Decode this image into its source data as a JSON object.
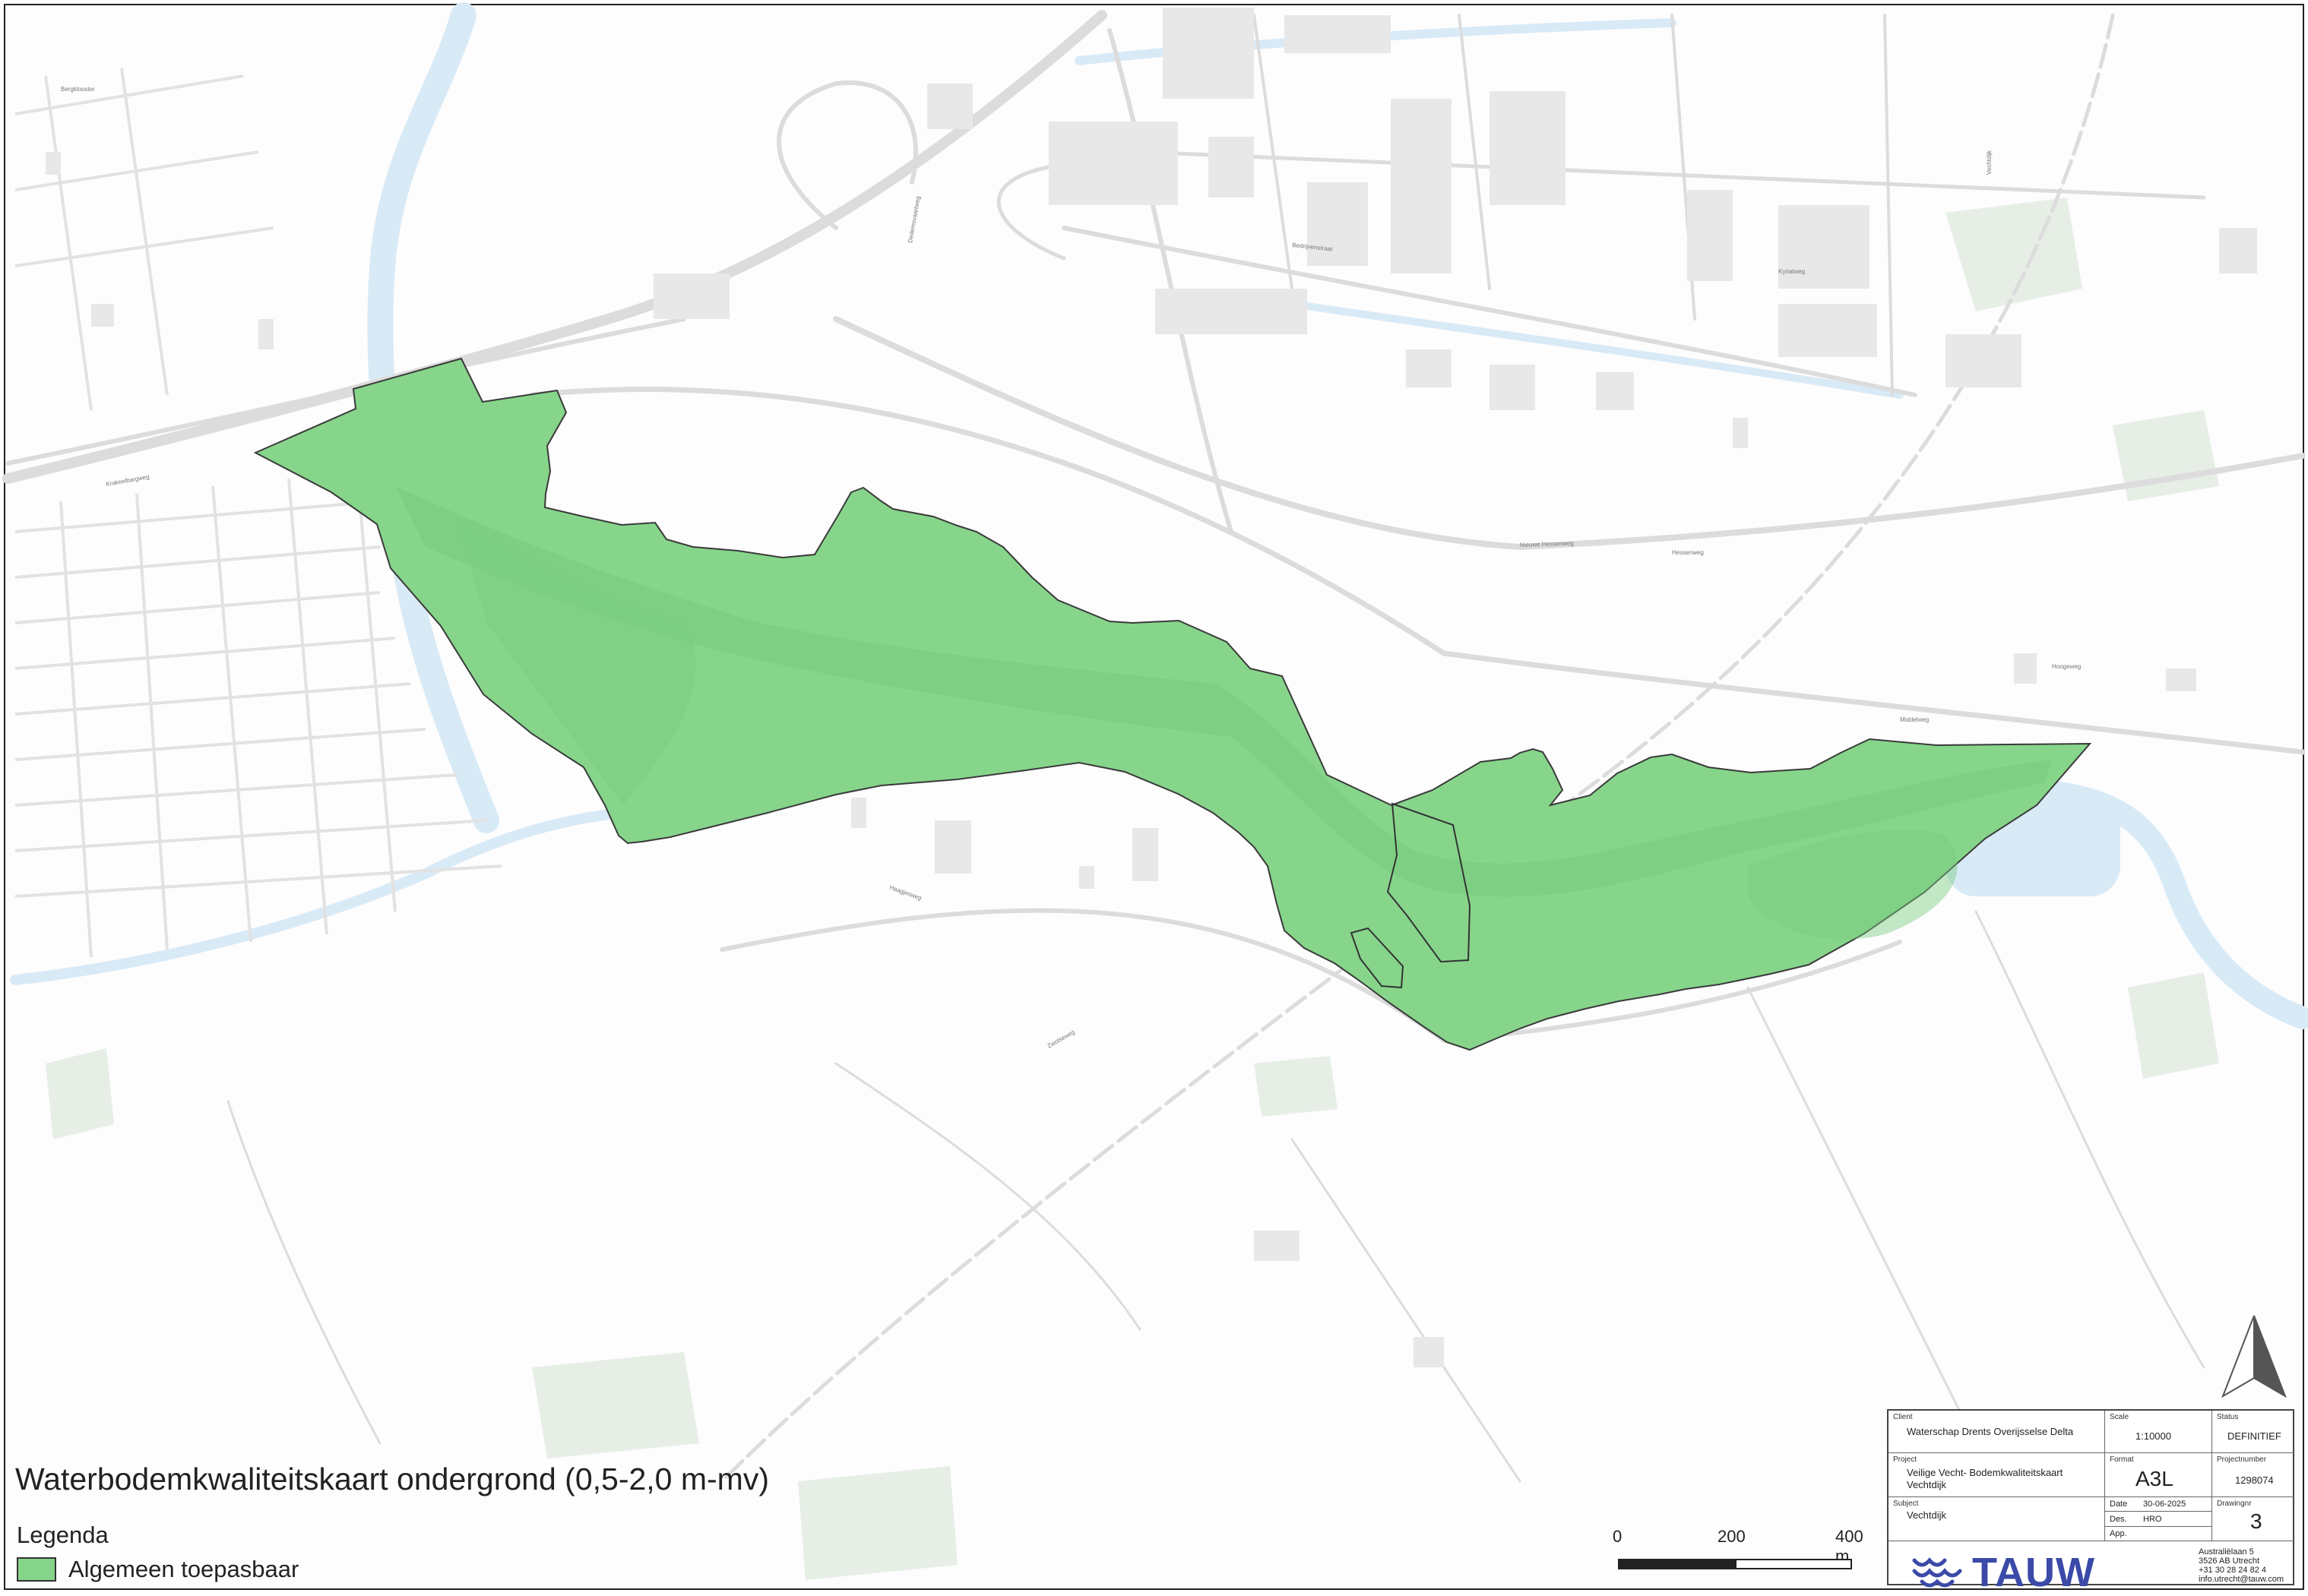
{
  "title": "Waterbodemkwaliteitskaart ondergrond (0,5-2,0 m-mv)",
  "legend": {
    "heading": "Legenda",
    "items": [
      {
        "label": "Algemeen toepasbaar",
        "color": "#84d489"
      }
    ]
  },
  "scalebar": {
    "labels": [
      "0",
      "200",
      "400 m"
    ]
  },
  "titleblock": {
    "client_label": "Client",
    "client": "Waterschap Drents Overijsselse Delta",
    "scale_label": "Scale",
    "scale": "1:10000",
    "status_label": "Status",
    "status": "DEFINITIEF",
    "project_label": "Project",
    "project_line1": "Veilige Vecht- Bodemkwaliteitskaart",
    "project_line2": "Vechtdijk",
    "format_label": "Format",
    "format": "A3L",
    "projectnumber_label": "Projectnumber",
    "projectnumber": "1298074",
    "subject_label": "Subject",
    "subject": "Vechtdijk",
    "date_label": "Date",
    "date": "30-06-2025",
    "des_label": "Des.",
    "des": "HRO",
    "app_label": "App.",
    "app": "",
    "drawingnr_label": "Drawingnr",
    "drawingnr": "3",
    "logo_text": "TAUW",
    "address": [
      "Australiëlaan 5",
      "3526 AB Utrecht",
      "+31 30 28 24 82 4",
      "info.utrecht@tauw.com"
    ]
  },
  "map_labels": [
    "Krakeelbargweg",
    "Hessenweg",
    "Nieuwe Hessenweg",
    "Bedrijvenstraat",
    "Kyriatweg",
    "Vechtdijk",
    "Haagjesweg",
    "Dedemsvaartweg",
    "Bergklooster",
    "Zwolseweg",
    "Middelweg",
    "Hoogeweg"
  ],
  "colors": {
    "zone_fill": "#84d489",
    "water": "#d9eaf7",
    "building": "#e8e8e8",
    "vegetation": "#e4ede4",
    "road": "#dedede",
    "brand": "#3b4aa8"
  }
}
